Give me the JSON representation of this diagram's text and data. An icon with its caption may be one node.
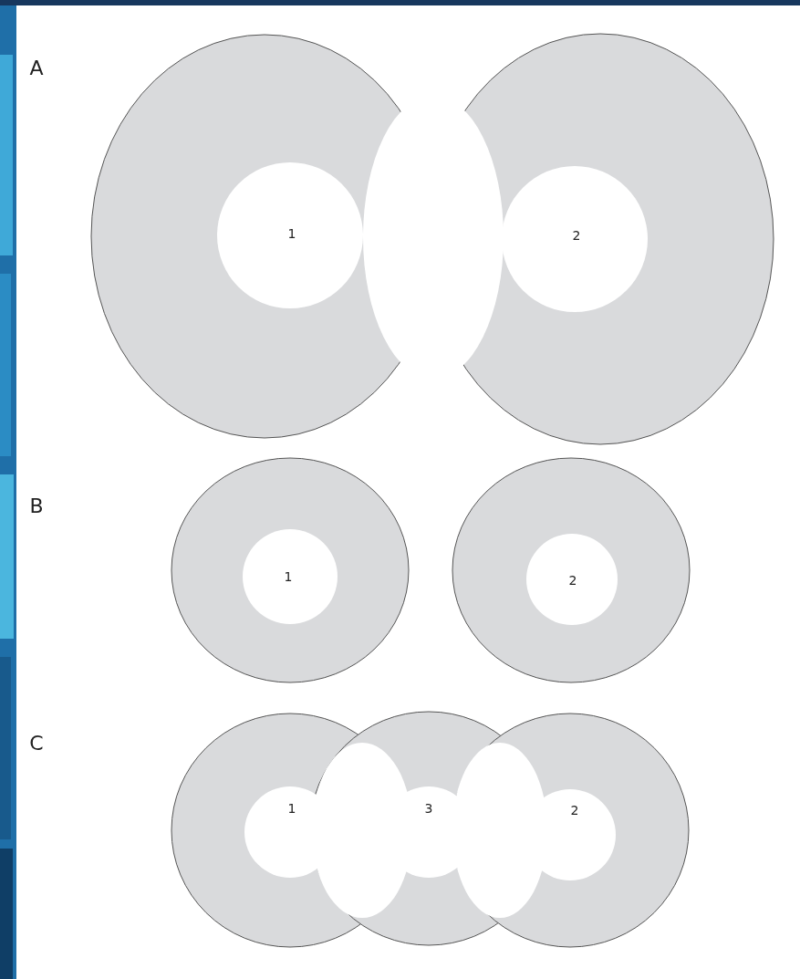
{
  "diagram": {
    "labels": [
      "A",
      "1",
      "2",
      "B",
      "1",
      "2",
      "C",
      "1",
      "3",
      "2"
    ]
  }
}
